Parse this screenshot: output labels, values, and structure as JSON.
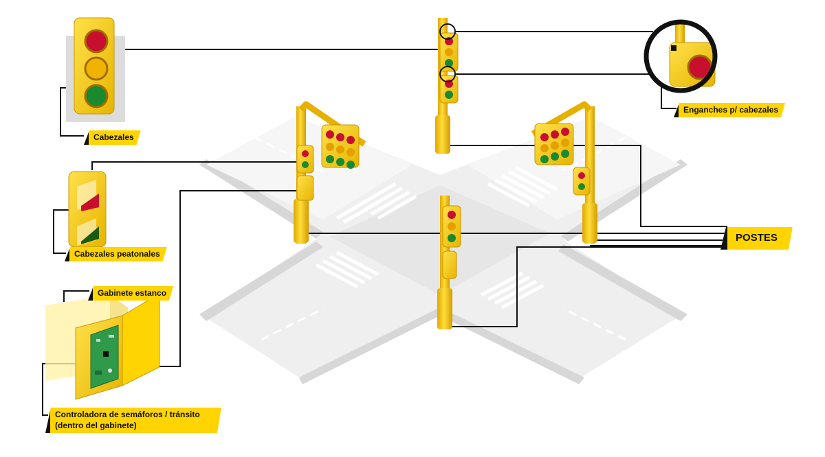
{
  "labels": {
    "cabezales": "Cabezales",
    "enganches": "Enganches p/ cabezales",
    "cabezales_peatonales": "Cabezales peatonales",
    "gabinete": "Gabinete estanco",
    "controladora_line1": "Controladora de semáforos / tránsito",
    "controladora_line2": "(dentro del gabinete)",
    "postes": "POSTES"
  },
  "colors": {
    "accent": "#ffd400",
    "pole": "#f5c400",
    "road": "#e9e9e9",
    "line": "#111111",
    "red_light": "#c8102e",
    "green_light": "#1a8a2e",
    "pcb": "#2f9a4a"
  }
}
